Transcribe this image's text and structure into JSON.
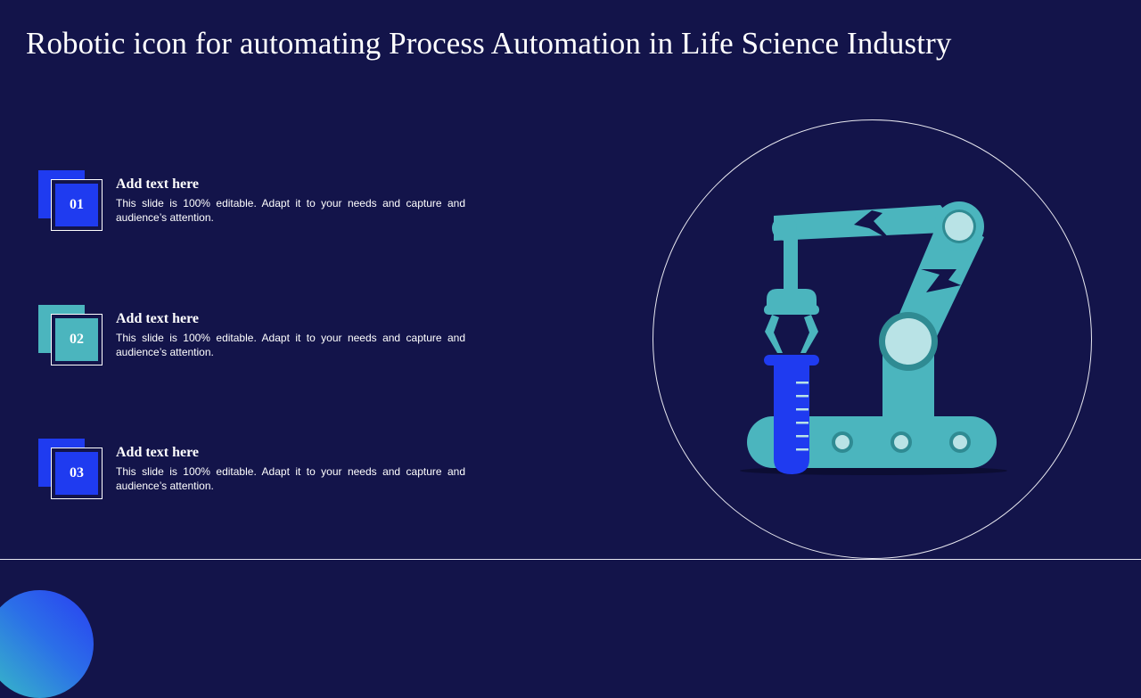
{
  "slide": {
    "title": "Robotic icon for automating Process Automation in Life Science Industry"
  },
  "items": [
    {
      "number": "01",
      "heading": "Add text here",
      "body": "This slide is 100% editable. Adapt it to your needs and capture and audience’s attention.",
      "accent": "#1f3bf0"
    },
    {
      "number": "02",
      "heading": "Add text here",
      "body": "This slide is 100% editable. Adapt it to your needs and capture and audience’s attention.",
      "accent": "#4bb5be"
    },
    {
      "number": "03",
      "heading": "Add text here",
      "body": "This slide is 100% editable. Adapt it to your needs and capture and audience’s attention.",
      "accent": "#1f3bf0"
    }
  ],
  "illustration": {
    "icon": "robotic-arm-test-tube-icon",
    "colors": {
      "background": "#13144a",
      "robot": "#4bb5be",
      "robot_dark": "#2f8b93",
      "joint": "#b9e3e6",
      "tube": "#1f3bf0"
    }
  }
}
